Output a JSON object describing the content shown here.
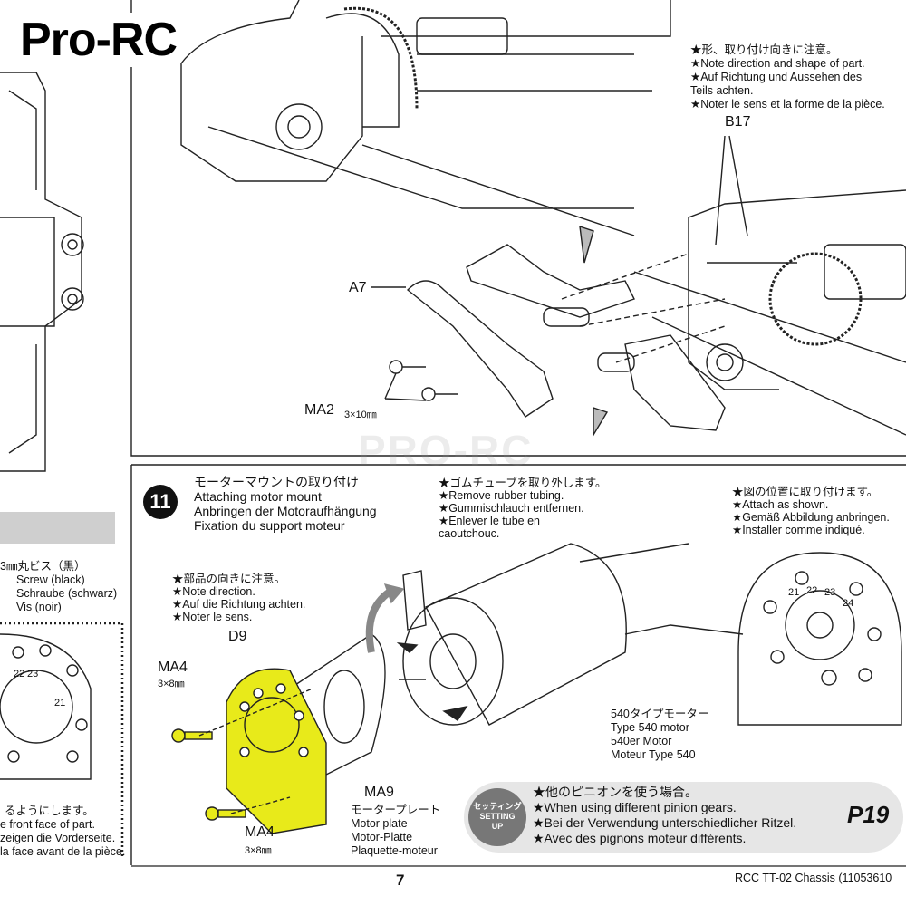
{
  "logo": "Pro-RC",
  "watermark": "PRO-RC",
  "top_panel": {
    "notes": [
      "★形、取り付け向きに注意。",
      "★Note direction and shape of part.",
      "★Auf Richtung und Aussehen des",
      "Teils achten.",
      "★Noter le sens et la forme de la pièce."
    ],
    "labels": {
      "b17": "B17",
      "a7": "A7",
      "ma2": "MA2",
      "ma2_size": "3×10㎜"
    }
  },
  "left_column": {
    "screw_notes": [
      "3㎜丸ビス（黒）",
      "Screw (black)",
      "Schraube (schwarz)",
      "Vis (noir)"
    ],
    "face_notes": [
      "るようにします。",
      "e front face of part.",
      "zeigen die Vorderseite.",
      "la face avant de la pièce."
    ],
    "mount_numbers": [
      "22",
      "23",
      "21"
    ]
  },
  "step": {
    "number": "11",
    "titles": [
      "モーターマウントの取り付け",
      "Attaching motor mount",
      "Anbringen der Motoraufhängung",
      "Fixation du support moteur"
    ],
    "rubber_notes": [
      "★ゴムチューブを取り外します。",
      "★Remove rubber tubing.",
      "★Gummischlauch entfernen.",
      "★Enlever le tube en",
      "caoutchouc."
    ],
    "attach_notes": [
      "★図の位置に取り付けます。",
      "★Attach as shown.",
      "★Gemäß Abbildung anbringen.",
      "★Installer comme indiqué."
    ],
    "direction_notes": [
      "★部品の向きに注意。",
      "★Note direction.",
      "★Auf die Richtung achten.",
      "★Noter le sens."
    ],
    "labels": {
      "d9": "D9",
      "ma4_top": "MA4",
      "ma4_top_size": "3×8㎜",
      "ma4_bottom": "MA4",
      "ma4_bottom_size": "3×8㎜",
      "ma9": "MA9"
    },
    "plate_notes": [
      "モータープレート",
      "Motor plate",
      "Motor-Platte",
      "Plaquette-moteur"
    ],
    "motor_notes": [
      "540タイプモーター",
      "Type 540 motor",
      "540er Motor",
      "Moteur Type 540"
    ],
    "mount_numbers": [
      "21",
      "22",
      "23",
      "24"
    ],
    "setting": {
      "seal": [
        "セッティング",
        "SETTING",
        "UP"
      ],
      "notes": [
        "★他のピニオンを使う場合。",
        "★When using different pinion gears.",
        "★Bei der Verwendung unterschiedlicher Ritzel.",
        "★Avec des pignons moteur différents."
      ],
      "page_ref": "P19"
    }
  },
  "footer": {
    "page_number": "7",
    "title": "RCC TT-02 Chassis (11053610"
  },
  "colors": {
    "highlight": "#e8ea1a",
    "line": "#222222",
    "panel_gray": "#cfcfcf"
  }
}
